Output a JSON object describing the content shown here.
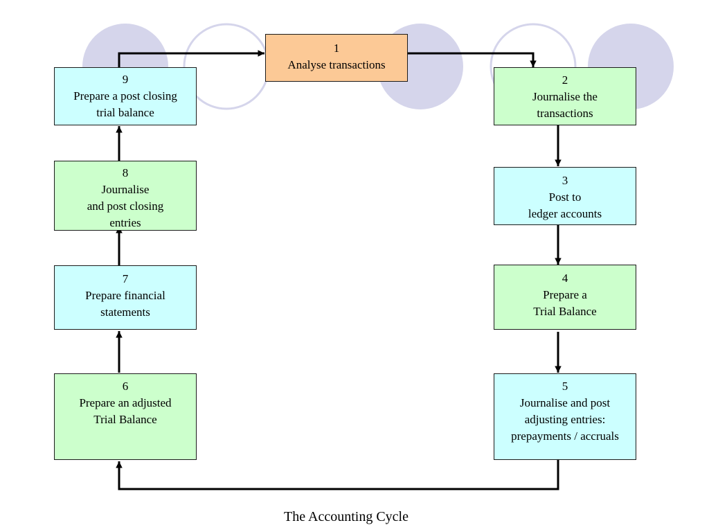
{
  "colors": {
    "orange": "#fcc996",
    "green": "#ccffcc",
    "cyan": "#ccffff",
    "decor_circle": "#d5d5eb",
    "arrow": "#000000"
  },
  "steps": [
    {
      "id": "1",
      "lines": [
        "1",
        "Analyse transactions"
      ],
      "fill": "orange"
    },
    {
      "id": "2",
      "lines": [
        "2",
        "Journalise the",
        "transactions"
      ],
      "fill": "green"
    },
    {
      "id": "3",
      "lines": [
        "3",
        "Post to",
        "ledger accounts"
      ],
      "fill": "cyan"
    },
    {
      "id": "4",
      "lines": [
        "4",
        "Prepare a",
        "Trial Balance"
      ],
      "fill": "green"
    },
    {
      "id": "5",
      "lines": [
        "5",
        "Journalise and post",
        "adjusting entries:",
        "prepayments / accruals"
      ],
      "fill": "cyan"
    },
    {
      "id": "6",
      "lines": [
        "6",
        "Prepare an adjusted",
        "Trial Balance"
      ],
      "fill": "green"
    },
    {
      "id": "7",
      "lines": [
        "7",
        "Prepare financial",
        "statements"
      ],
      "fill": "cyan"
    },
    {
      "id": "8",
      "lines": [
        "8",
        "Journalise",
        "and post closing",
        "entries"
      ],
      "fill": "green"
    },
    {
      "id": "9",
      "lines": [
        "9",
        "Prepare a post closing",
        "trial balance"
      ],
      "fill": "cyan"
    }
  ],
  "caption": "The Accounting Cycle"
}
